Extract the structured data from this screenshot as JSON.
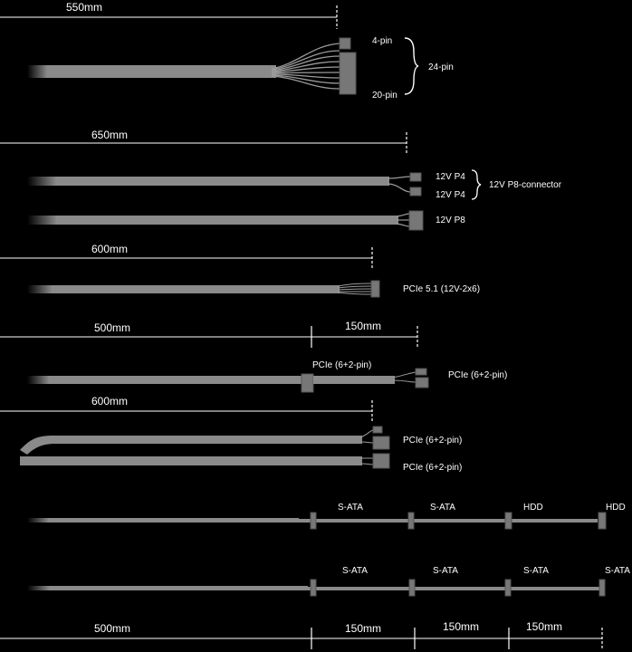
{
  "cable1": {
    "length": "550mm",
    "label_4pin": "4-pin",
    "label_20pin": "20-pin",
    "label_24pin": "24-pin"
  },
  "cable2": {
    "length": "650mm",
    "label_p4_a": "12V P4",
    "label_p4_b": "12V P4",
    "label_p8conn": "12V P8-connector",
    "label_p8": "12V P8"
  },
  "cable3": {
    "length": "600mm",
    "label": "PCIe 5.1 (12V-2x6)"
  },
  "cable4": {
    "length_main": "500mm",
    "length_ext": "150mm",
    "label_mid": "PCIe (6+2-pin)",
    "label_end": "PCIe (6+2-pin)"
  },
  "cable5": {
    "length": "600mm",
    "label_a": "PCIe (6+2-pin)",
    "label_b": "PCIe (6+2-pin)"
  },
  "cable6": {
    "labels": [
      "S-ATA",
      "S-ATA",
      "HDD",
      "HDD"
    ]
  },
  "cable7": {
    "labels": [
      "S-ATA",
      "S-ATA",
      "S-ATA",
      "S-ATA"
    ]
  },
  "bottom_dims": {
    "main": "500mm",
    "seg1": "150mm",
    "seg2": "150mm",
    "seg3": "150mm"
  },
  "colors": {
    "background": "#000000",
    "cable": "#8a8a8a",
    "line": "#ffffff"
  }
}
